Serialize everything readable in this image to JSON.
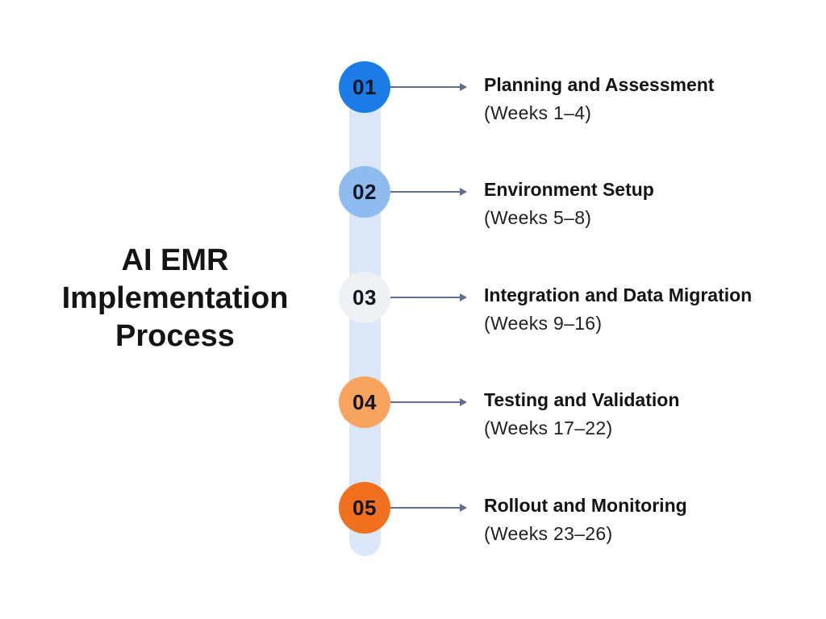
{
  "page": {
    "background": "#ffffff"
  },
  "title": {
    "text": "AI EMR Implementation Process",
    "color": "#141414"
  },
  "timeline": {
    "track_color": "#dbe7f9",
    "arrow_color": "#5d6d93",
    "number_color": "#101623",
    "steps": [
      {
        "number": "01",
        "title": "Planning and Assessment",
        "weeks": "(Weeks 1–4)",
        "color": "#1b7ce8"
      },
      {
        "number": "02",
        "title": "Environment Setup",
        "weeks": "(Weeks 5–8)",
        "color": "#8fbbee"
      },
      {
        "number": "03",
        "title": "Integration and Data Migration",
        "weeks": "(Weeks 9–16)",
        "color": "#eef1f4"
      },
      {
        "number": "04",
        "title": "Testing and Validation",
        "weeks": "(Weeks 17–22)",
        "color": "#f8a45e"
      },
      {
        "number": "05",
        "title": "Rollout and Monitoring",
        "weeks": "(Weeks 23–26)",
        "color": "#f1701f"
      }
    ]
  }
}
